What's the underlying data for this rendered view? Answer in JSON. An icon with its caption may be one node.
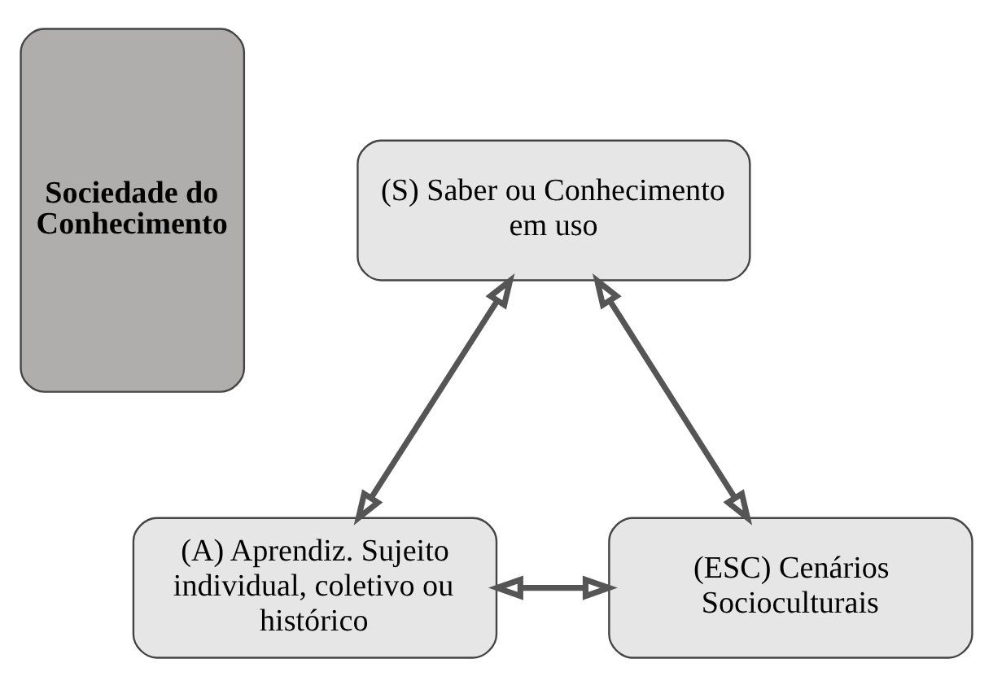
{
  "diagram": {
    "nodes": [
      {
        "text": [
          "Sociedade do Conhecimento"
        ]
      },
      {
        "text": [
          "(S) Saber ou Conhecimento em uso"
        ]
      },
      {
        "text": [
          "(A) Aprendiz. Sujeito individual, coletivo ou histórico"
        ]
      },
      {
        "text": [
          "(ESC) Cenários Socioculturais"
        ]
      }
    ],
    "edges": [
      {
        "from": 1,
        "to": 2,
        "arrow": "both"
      },
      {
        "from": 1,
        "to": 3,
        "arrow": "both"
      },
      {
        "from": 2,
        "to": 3,
        "arrow": "both"
      }
    ]
  }
}
